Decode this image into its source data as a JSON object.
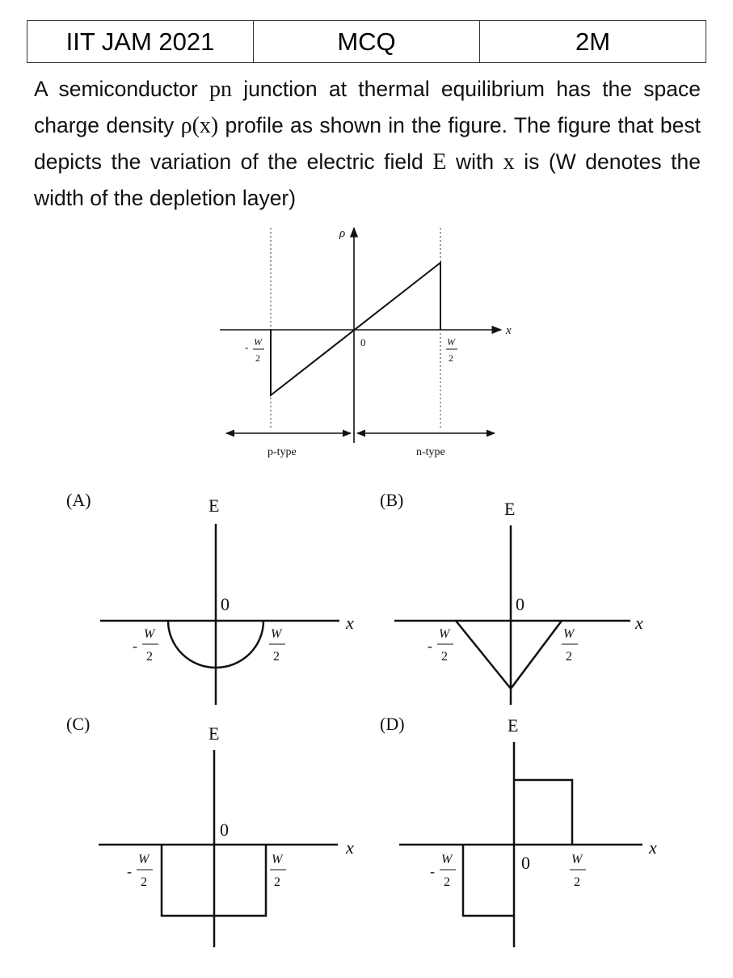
{
  "header": {
    "exam": "IIT JAM 2021",
    "type": "MCQ",
    "marks": "2M"
  },
  "question": {
    "p1": "A semiconductor ",
    "m_pn": "pn",
    "p2": " junction at thermal equilibrium has the space charge density ",
    "m_rho": "ρ(x)",
    "p3": " profile as shown in the figure. The figure that best depicts the variation of the electric field ",
    "m_E": "E",
    "p4": " with ",
    "m_x": "x",
    "p5": " is (W denotes the width of the depletion layer)"
  },
  "main_figure": {
    "y_axis": "ρ",
    "x_axis": "x",
    "origin": "0",
    "left_num": "W",
    "left_den": "2",
    "left_sign": "-",
    "right_num": "W",
    "right_den": "2",
    "p_region": "p-type",
    "n_region": "n-type"
  },
  "options": [
    {
      "label": "(A)",
      "shape": "semicircle-below",
      "y_axis": "E",
      "x_axis": "x",
      "origin": "0",
      "neg_sign": "-",
      "num": "W",
      "den": "2"
    },
    {
      "label": "(B)",
      "shape": "triangle-below",
      "y_axis": "E",
      "x_axis": "x",
      "origin": "0",
      "neg_sign": "-",
      "num": "W",
      "den": "2"
    },
    {
      "label": "(C)",
      "shape": "rectangle-below",
      "y_axis": "E",
      "x_axis": "x",
      "origin": "0",
      "neg_sign": "-",
      "num": "W",
      "den": "2"
    },
    {
      "label": "(D)",
      "shape": "step-antisymmetric",
      "y_axis": "E",
      "x_axis": "x",
      "origin": "0",
      "neg_sign": "-",
      "num": "W",
      "den": "2"
    }
  ]
}
